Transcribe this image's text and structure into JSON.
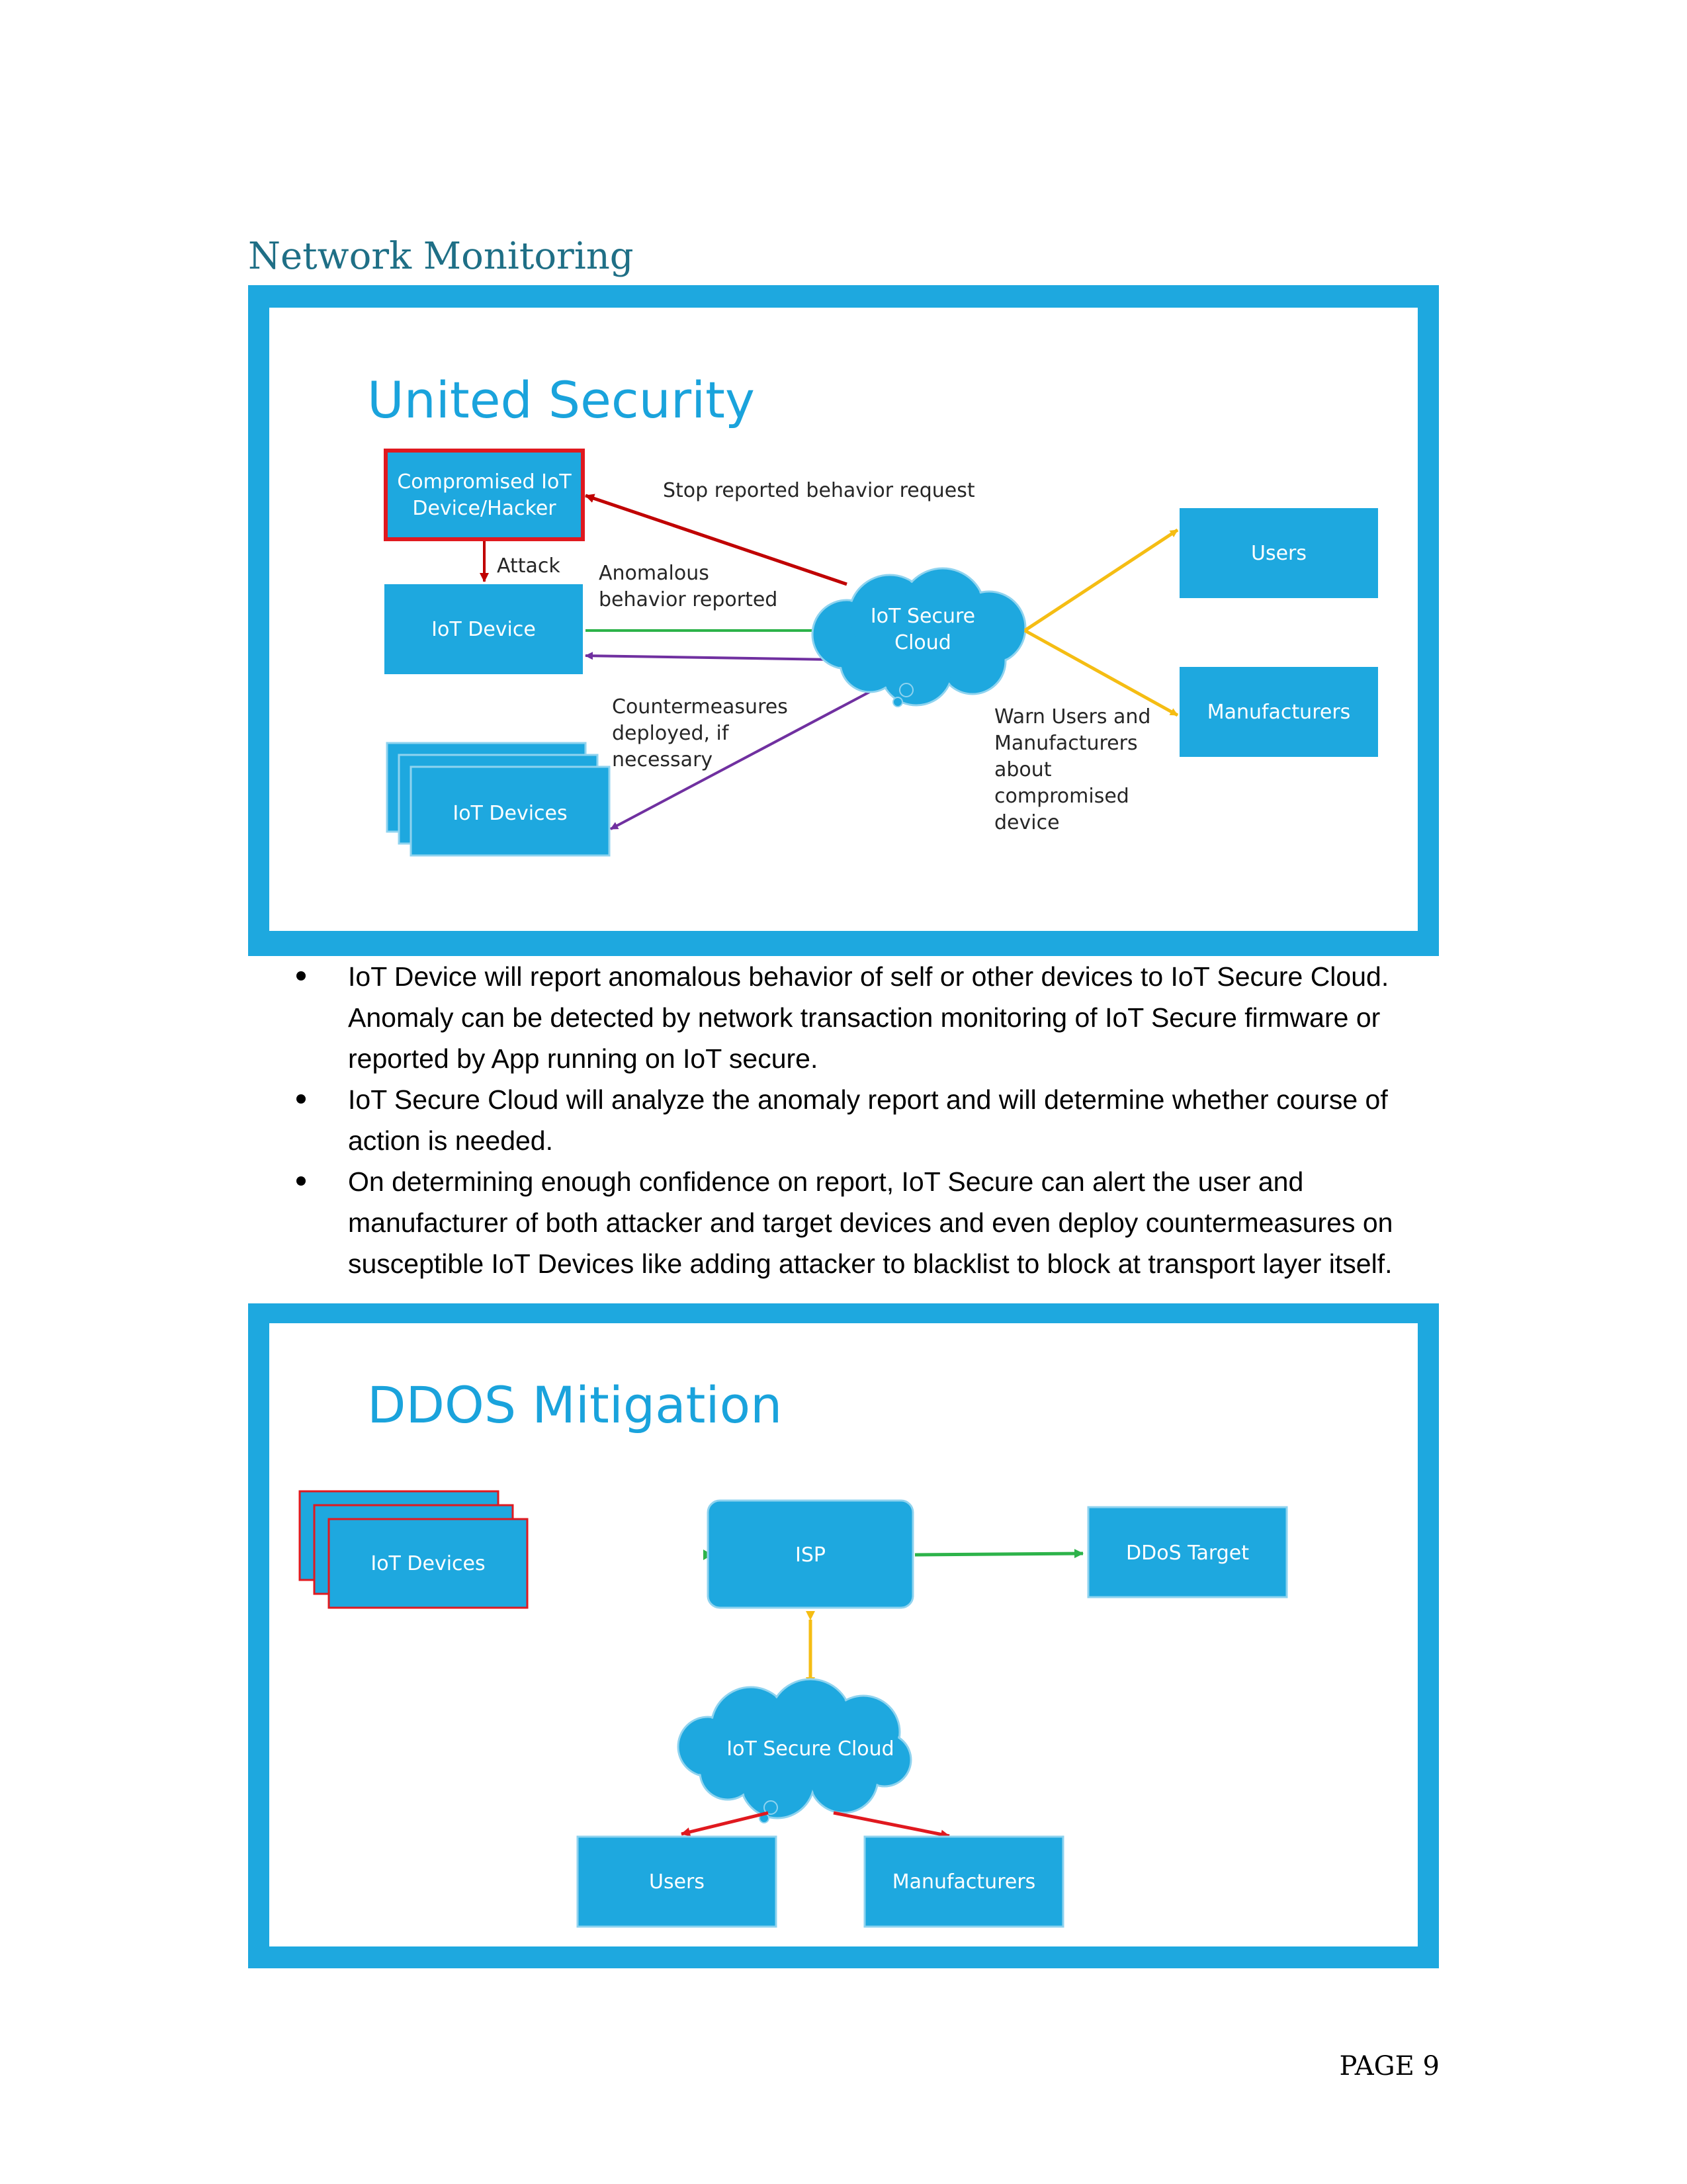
{
  "section": {
    "title": "Network Monitoring"
  },
  "figure1": {
    "title": "United Security",
    "compromised_line1": "Compromised IoT",
    "compromised_line2": "Device/Hacker",
    "attack_label": "Attack",
    "iot_device": "IoT Device",
    "iot_devices": "IoT Devices",
    "stop_request": "Stop reported behavior request",
    "anomalous_line1": "Anomalous",
    "anomalous_line2": "behavior reported",
    "countermeasures_lines": [
      "Countermeasures",
      "deployed, if",
      "necessary"
    ],
    "cloud_line1": "IoT Secure",
    "cloud_line2": "Cloud",
    "users": "Users",
    "manufacturers": "Manufacturers",
    "warn_lines": [
      "Warn Users and",
      "Manufacturers",
      "about",
      "compromised",
      "device"
    ]
  },
  "bullets": [
    "IoT Device will report anomalous behavior of self or other devices to IoT Secure Cloud. Anomaly can be detected by network transaction monitoring of IoT Secure firmware or reported by App running on IoT secure.",
    "IoT Secure Cloud will analyze the anomaly report and will determine whether course of action is needed.",
    "On determining enough confidence on report, IoT Secure can alert the user and manufacturer of both attacker and target devices and even deploy countermeasures on susceptible IoT Devices like adding attacker to blacklist to block at transport layer itself."
  ],
  "figure2": {
    "title": "DDOS Mitigation",
    "iot_devices": "IoT Devices",
    "isp": "ISP",
    "ddos_target": "DDoS Target",
    "cloud": "IoT Secure Cloud",
    "users": "Users",
    "manufacturers": "Manufacturers"
  },
  "footer": {
    "page_label": "PAGE 9"
  },
  "colors": {
    "frame_blue": "#1ea8df",
    "box_blue": "#1ea8df",
    "title_blue": "#1aa3dc",
    "arrow_red": "#c00000",
    "arrow_green": "#2db34a",
    "arrow_purple": "#7030a0",
    "arrow_yellow": "#f5bd13",
    "heading_teal": "#1f6f86"
  }
}
